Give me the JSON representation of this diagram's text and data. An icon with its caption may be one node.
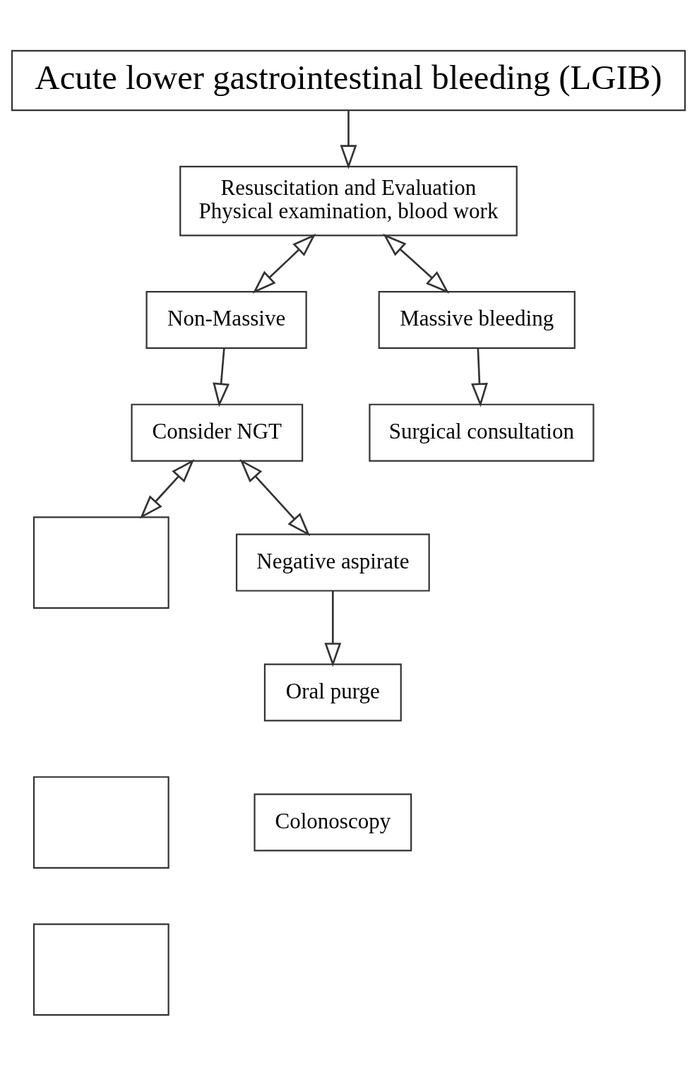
{
  "diagram": {
    "nodes": [
      {
        "text": [
          "Acute lower gastrointestinal bleeding (LGIB)"
        ]
      },
      {
        "text": [
          "Resuscitation and Evaluation",
          "Physical examination, blood work"
        ]
      },
      {
        "text": [
          "Non-Massive"
        ]
      },
      {
        "text": [
          "Massive bleeding"
        ]
      },
      {
        "text": [
          "Consider NGT"
        ]
      },
      {
        "text": [
          "Surgical consultation"
        ]
      },
      {
        "text": [],
        "shape": "box"
      },
      {
        "text": [
          "Negative aspirate"
        ]
      },
      {
        "text": [
          "Oral purge"
        ]
      },
      {
        "text": [],
        "shape": "box"
      },
      {
        "text": [
          "Colonoscopy"
        ]
      },
      {
        "text": [],
        "shape": "box"
      }
    ],
    "edges": [
      {
        "from": 0,
        "to": 1,
        "arrow": "to"
      },
      {
        "from": 1,
        "to": 2,
        "arrow": "both"
      },
      {
        "from": 1,
        "to": 3,
        "arrow": "both"
      },
      {
        "from": 2,
        "to": 4,
        "arrow": "to"
      },
      {
        "from": 3,
        "to": 5,
        "arrow": "to"
      },
      {
        "from": 4,
        "to": 6,
        "arrow": "both"
      },
      {
        "from": 4,
        "to": 7,
        "arrow": "both"
      },
      {
        "from": 7,
        "to": 8,
        "arrow": "to"
      }
    ]
  }
}
